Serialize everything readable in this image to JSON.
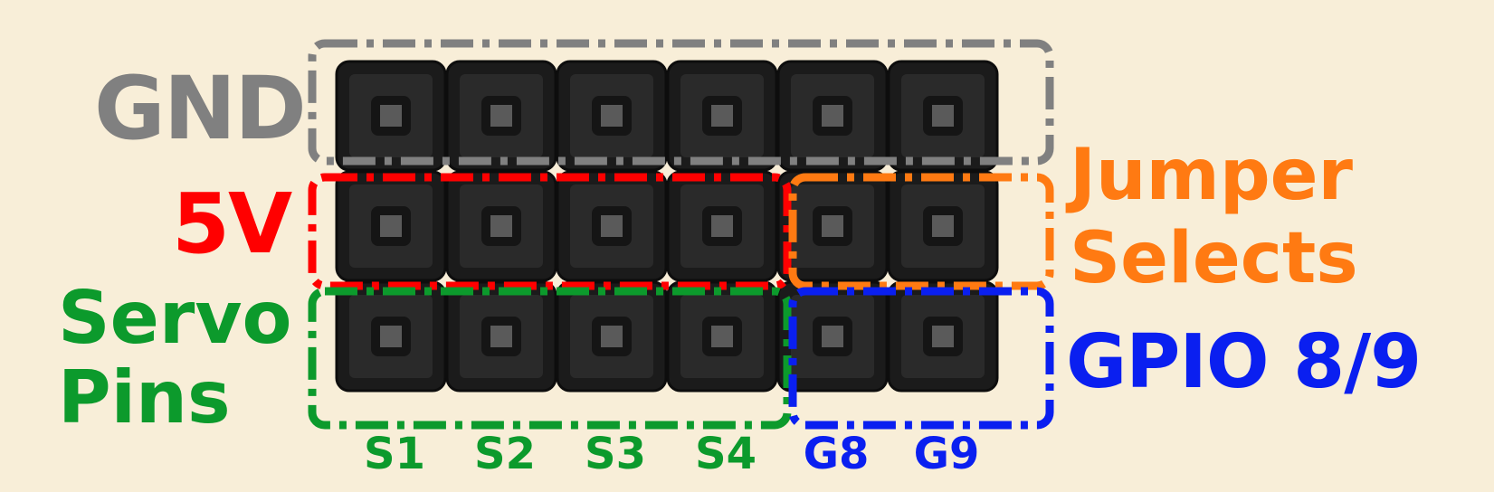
{
  "labels": {
    "gnd": "GND",
    "five_v": "5V",
    "servo_line1": "Servo",
    "servo_line2": "Pins",
    "jumper_line1": "Jumper",
    "jumper_line2": "Selects",
    "gpio": "GPIO 8/9"
  },
  "pin_labels": {
    "servo": [
      "S1",
      "S2",
      "S3",
      "S4"
    ],
    "gpio": [
      "G8",
      "G9"
    ]
  },
  "grid": {
    "rows": 3,
    "cols": 6
  },
  "colors": {
    "background": "#f8eed8",
    "gnd": "#808080",
    "five_v": "#ff0000",
    "servo": "#0c9a2c",
    "jumper": "#ff7a12",
    "gpio": "#0a1ff0",
    "pin_body": "#1b1b1b",
    "pin_metal": "#5a5a5a"
  }
}
